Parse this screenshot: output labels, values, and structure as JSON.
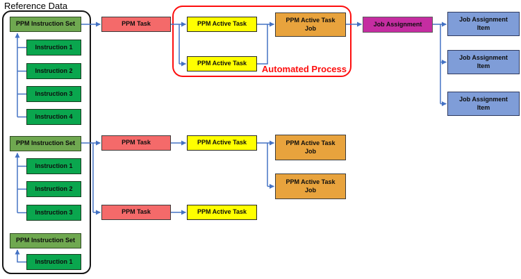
{
  "reference_group": {
    "title": "Reference Data",
    "sets": [
      {
        "label": "PPM Instruction Set",
        "instructions": [
          "Instruction 1",
          "Instruction 2",
          "Instruction 3",
          "Instruction 4"
        ]
      },
      {
        "label": "PPM Instruction Set",
        "instructions": [
          "Instruction 1",
          "Instruction 2",
          "Instruction 3"
        ]
      },
      {
        "label": "PPM Instruction Set",
        "instructions": [
          "Instruction 1"
        ]
      }
    ]
  },
  "automated_process": {
    "title": "Automated Process"
  },
  "flow1": {
    "task": "PPM Task",
    "active_task_a": "PPM Active Task",
    "active_task_b": "PPM Active Task",
    "active_task_job": "PPM Active Task Job",
    "job_assignment": "Job Assignment",
    "job_assignment_items": [
      "Job Assignment Item",
      "Job Assignment Item",
      "Job Assignment Item"
    ]
  },
  "flow2": {
    "task": "PPM Task",
    "active_task": "PPM Active Task",
    "active_task_jobs": [
      "PPM Active Task Job",
      "PPM Active Task Job"
    ]
  },
  "flow3": {
    "task": "PPM Task",
    "active_task": "PPM Active Task"
  },
  "colors": {
    "instruction_set_fill": "#6fa850",
    "instruction_fill": "#0aa64e",
    "ppm_task_fill": "#f46a6a",
    "active_task_fill": "#ffff00",
    "active_task_job_fill": "#e8a33d",
    "job_assignment_fill": "#c52da1",
    "job_assignment_item_fill": "#7f9dd8",
    "connector_blue": "#4472c4",
    "automated_process_border": "#fd0d0d",
    "reference_frame_border": "#151515"
  }
}
